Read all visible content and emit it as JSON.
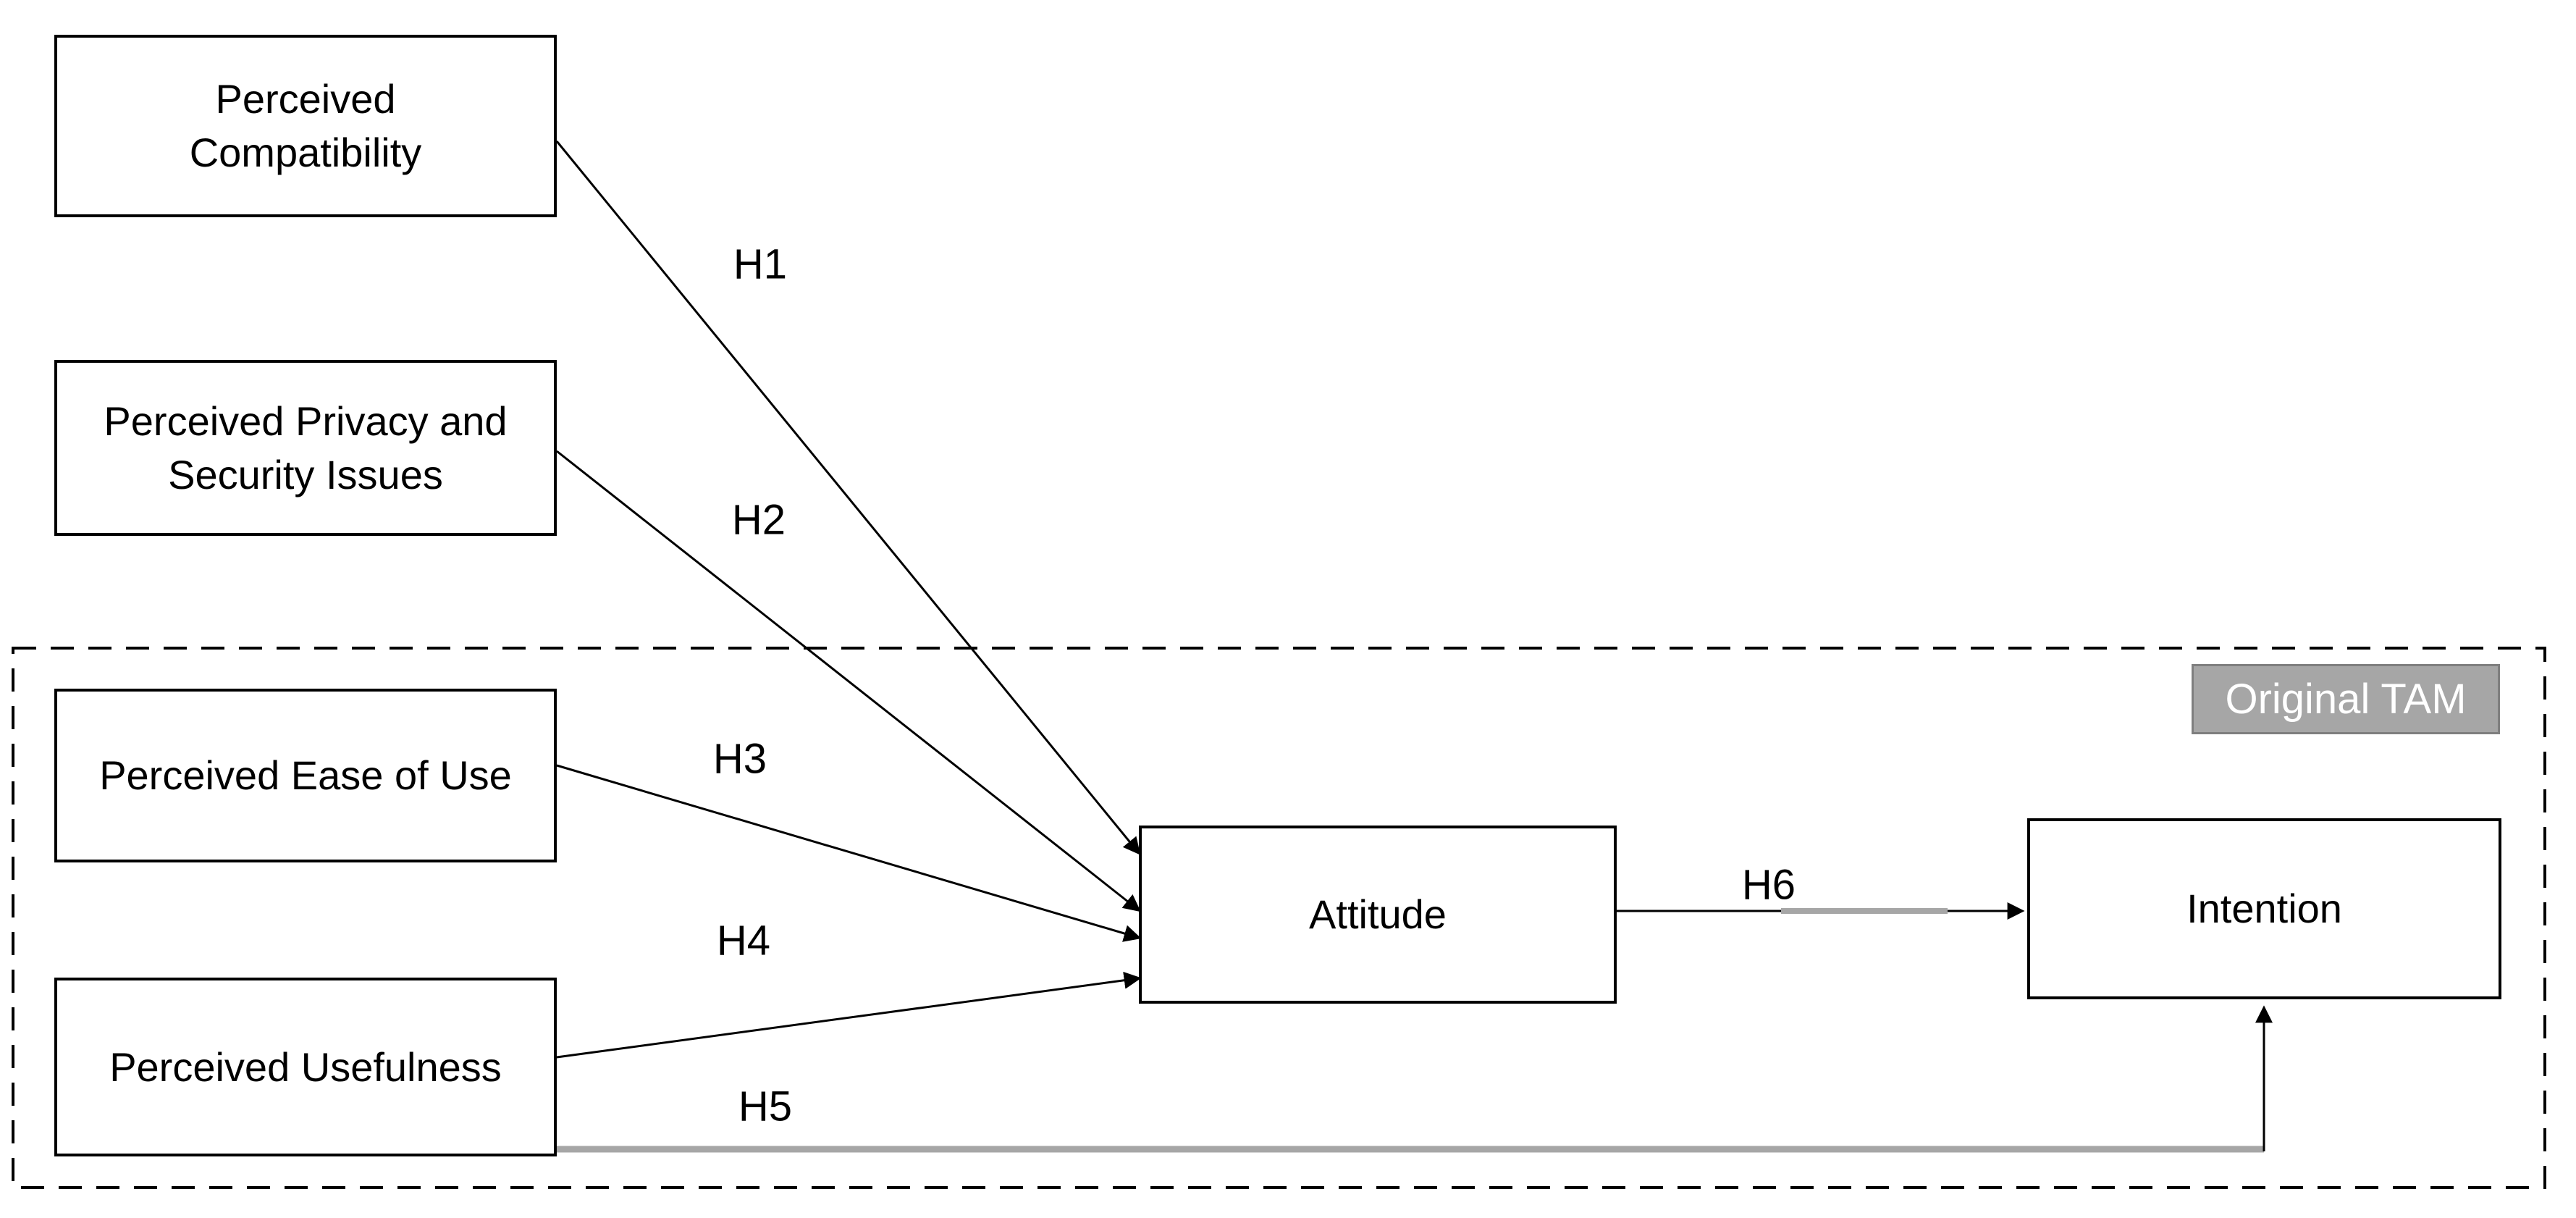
{
  "diagram": {
    "nodes": {
      "perceived_compatibility": "Perceived\nCompatibility",
      "perceived_privacy_security": "Perceived Privacy and\nSecurity Issues",
      "perceived_ease_of_use": "Perceived Ease of Use",
      "perceived_usefulness": "Perceived Usefulness",
      "attitude": "Attitude",
      "intention": "Intention"
    },
    "group_label": "Original TAM",
    "hypotheses": {
      "h1": "H1",
      "h2": "H2",
      "h3": "H3",
      "h4": "H4",
      "h5": "H5",
      "h6": "H6"
    },
    "edges": [
      {
        "id": "H1",
        "from": "Perceived Compatibility",
        "to": "Attitude"
      },
      {
        "id": "H2",
        "from": "Perceived Privacy and Security Issues",
        "to": "Attitude"
      },
      {
        "id": "H3",
        "from": "Perceived Ease of Use",
        "to": "Attitude"
      },
      {
        "id": "H4",
        "from": "Perceived Usefulness",
        "to": "Attitude"
      },
      {
        "id": "H5",
        "from": "Perceived Usefulness",
        "to": "Intention"
      },
      {
        "id": "H6",
        "from": "Attitude",
        "to": "Intention"
      }
    ],
    "colors": {
      "background": "#ffffff",
      "line": "#000000",
      "gray_line": "#a6a6a6",
      "group_label_fill": "#a6a6a6",
      "group_label_text": "#ffffff"
    }
  }
}
